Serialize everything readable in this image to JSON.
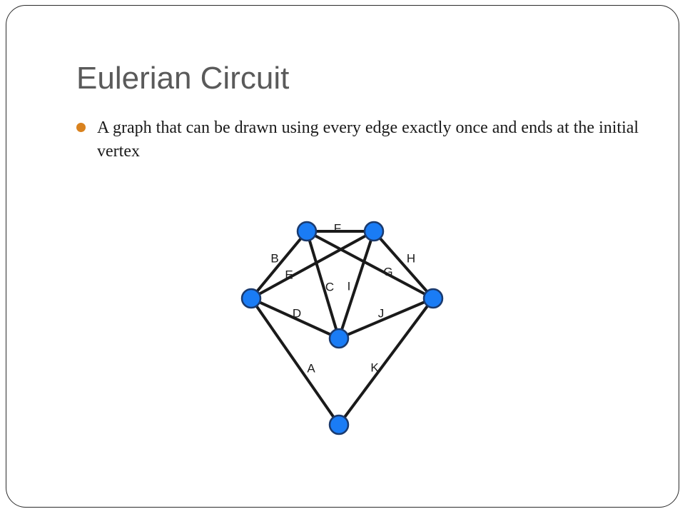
{
  "slide": {
    "title": "Eulerian Circuit",
    "bullets": [
      "A graph that can be drawn using every edge exactly once and ends at the initial vertex"
    ]
  },
  "colors": {
    "title": "#5a5a5a",
    "bullet_marker": "#d9821e",
    "vertex_fill": "#1a7cf5",
    "vertex_stroke": "#1a3a6e",
    "edge": "#1a1a1a"
  },
  "graph": {
    "vertices": [
      "top-left",
      "top-right",
      "left",
      "right",
      "center-bottom",
      "bottom"
    ],
    "edges": [
      {
        "label": "A",
        "from": "left",
        "to": "bottom"
      },
      {
        "label": "B",
        "from": "left",
        "to": "top-left"
      },
      {
        "label": "C",
        "from": "top-left",
        "to": "center-bottom"
      },
      {
        "label": "D",
        "from": "left",
        "to": "center-bottom"
      },
      {
        "label": "E",
        "from": "left",
        "to": "top-right"
      },
      {
        "label": "F",
        "from": "top-left",
        "to": "top-right"
      },
      {
        "label": "G",
        "from": "top-left",
        "to": "right"
      },
      {
        "label": "H",
        "from": "top-right",
        "to": "right"
      },
      {
        "label": "I",
        "from": "top-right",
        "to": "center-bottom"
      },
      {
        "label": "J",
        "from": "center-bottom",
        "to": "right"
      },
      {
        "label": "K",
        "from": "right",
        "to": "bottom"
      }
    ]
  }
}
